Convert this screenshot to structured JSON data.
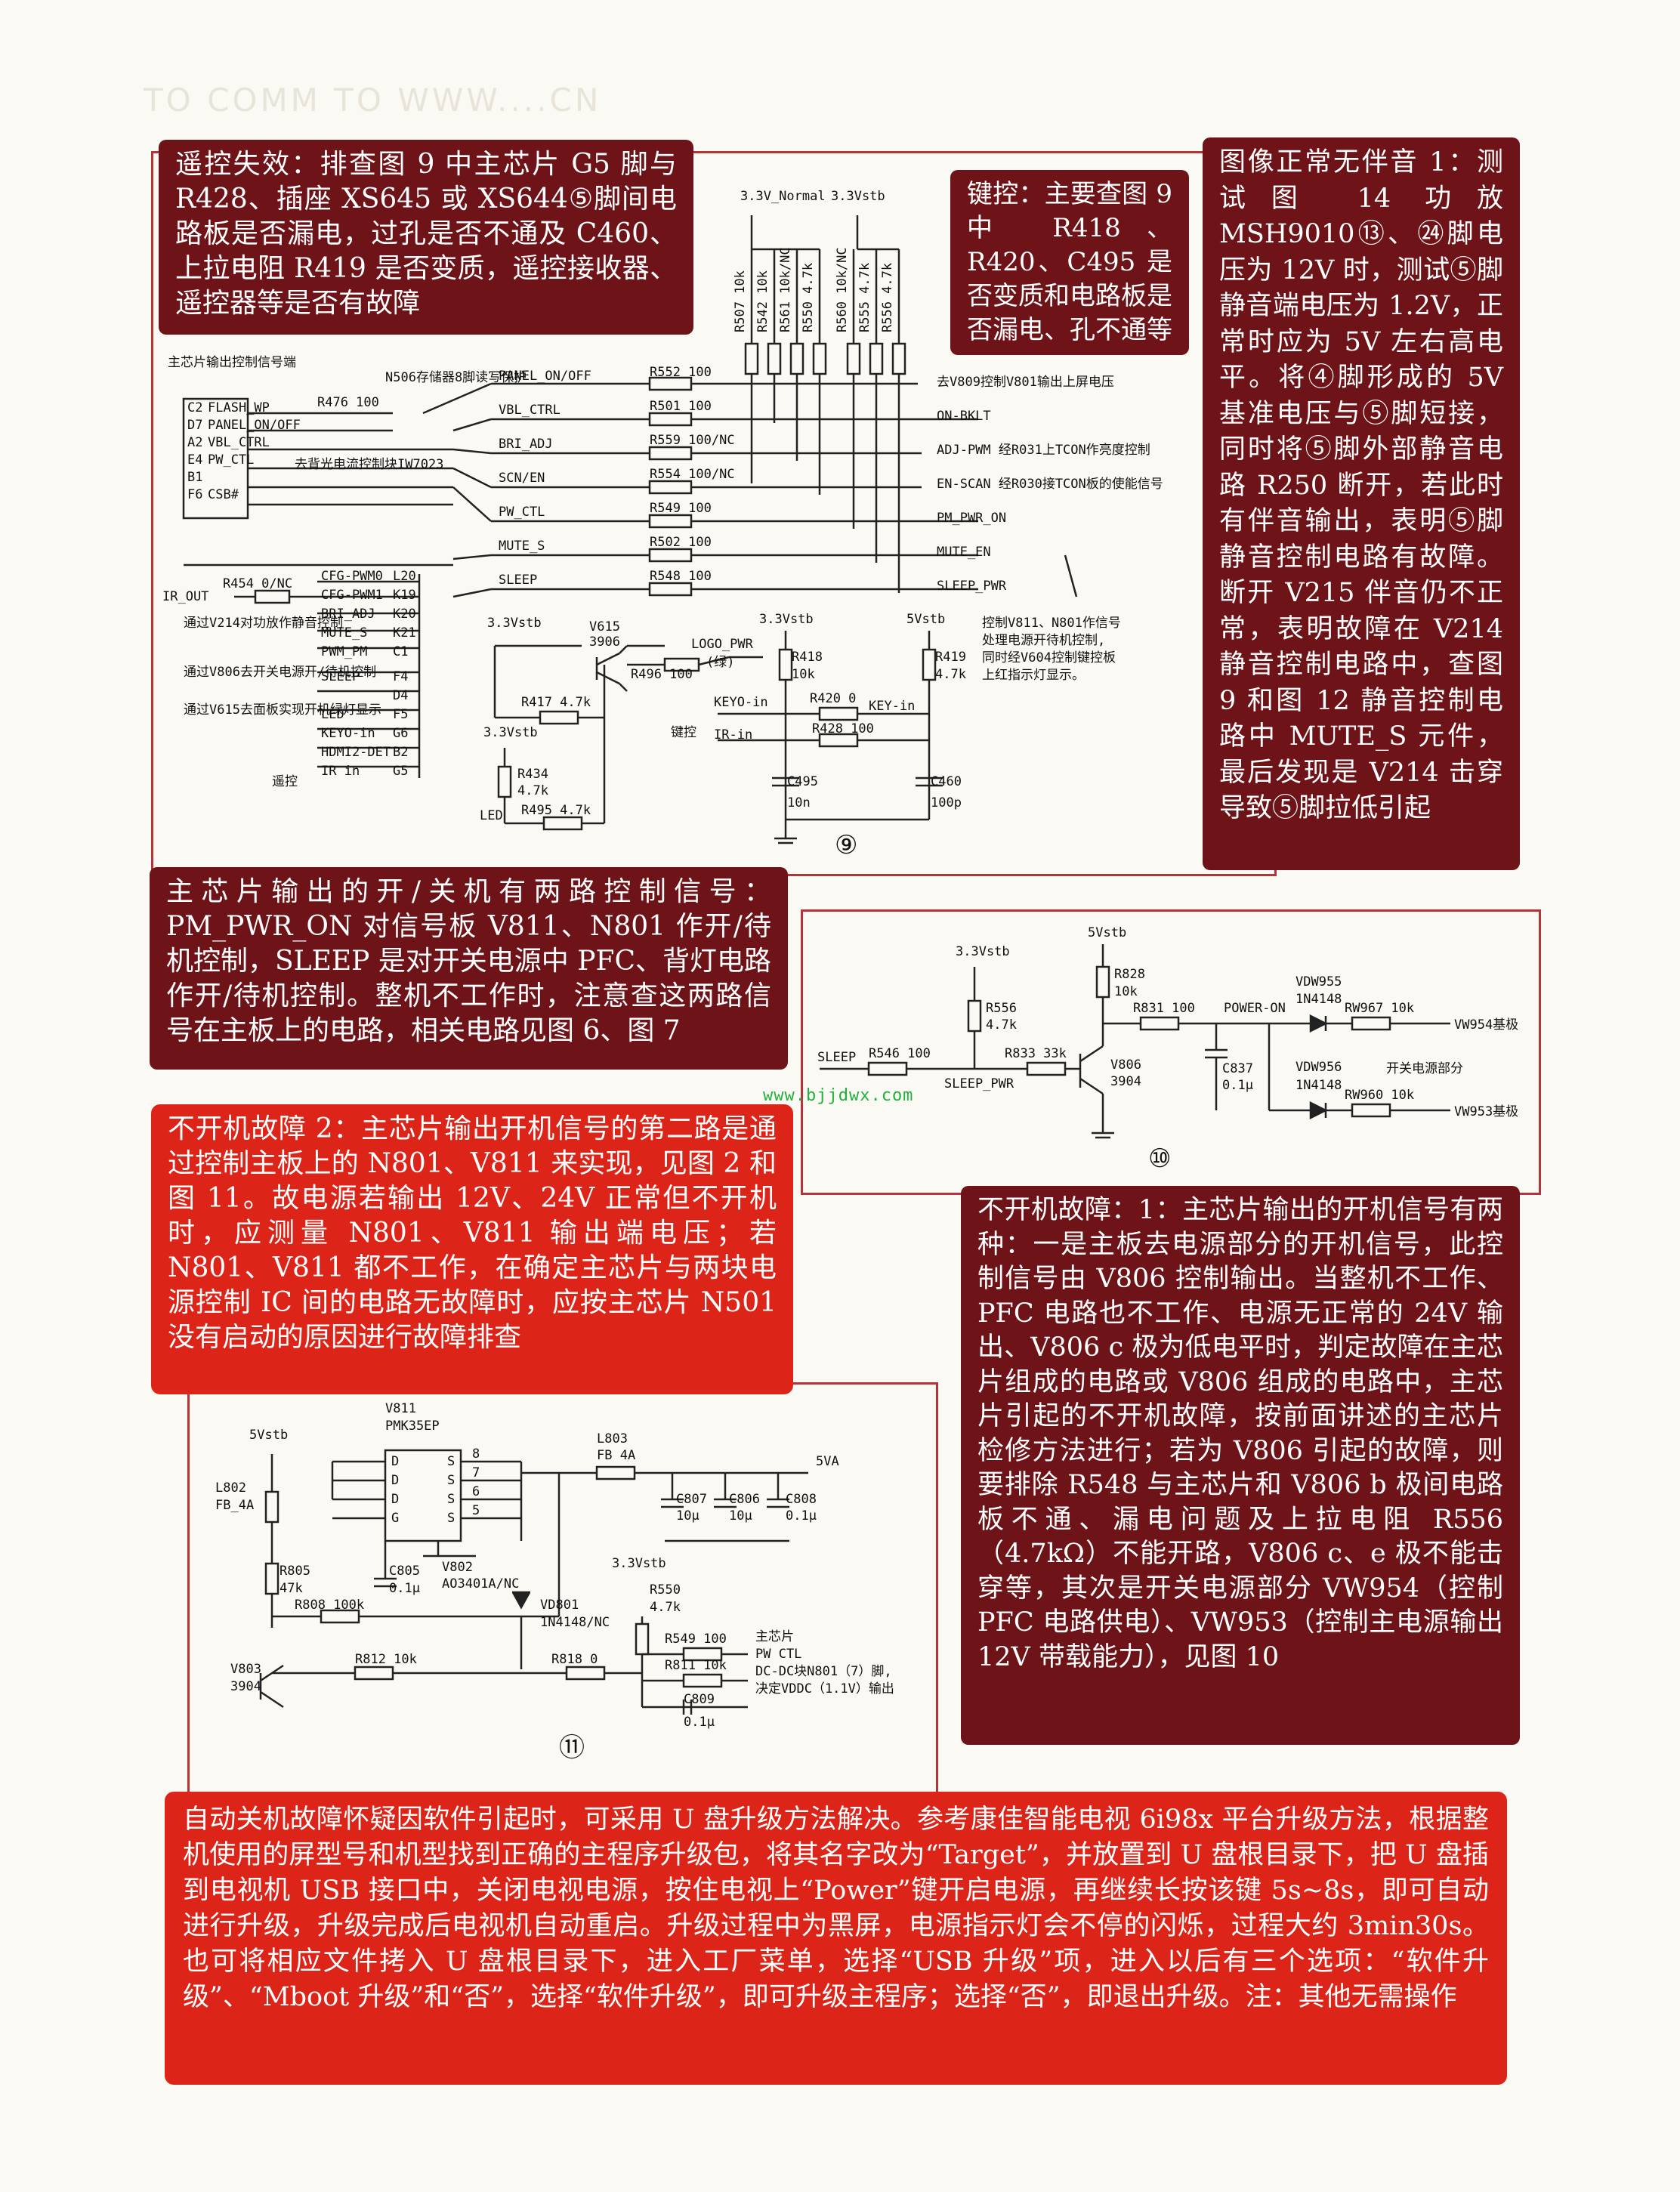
{
  "header": {
    "text": "TO COMM TO WWW....CN"
  },
  "watermark": "www.bjjdwx.com",
  "boxes": {
    "remote_fault": "遥控失效：排查图 9 中主芯片 G5 脚与 R428、插座 XS645 或 XS644⑤脚间电路板是否漏电，过孔是否不通及 C460、上拉电阻 R419 是否变质，遥控接收器、遥控器等是否有故障",
    "keypad_fault": "键控：主要查图 9 中 R418、R420、C495 是否变质和电路板是否漏电、孔不通等",
    "audio_fault": "图像正常无伴音 1：测试图 14 功放 MSH9010⑬、㉔脚电压为 12V 时，测试⑤脚静音端电压为 1.2V，正常时应为 5V 左右高电平。将④脚形成的 5V 基准电压与⑤脚短接，同时将⑤脚外部静音电路 R250 断开，若此时有伴音输出，表明⑤脚静音控制电路有故障。断开 V215 伴音仍不正常，表明故障在 V214 静音控制电路中，查图 9 和图 12 静音控制电路中 MUTE_S 元件，最后发现是 V214 击穿导致⑤脚拉低引起",
    "pwr_signals": "主芯片输出的开/关机有两路控制信号：PM_PWR_ON 对信号板 V811、N801 作开/待机控制，SLEEP 是对开关电源中 PFC、背灯电路作开/待机控制。整机不工作时，注意查这两路信号在主板上的电路，相关电路见图 6、图 7",
    "no_start_2": "不开机故障 2：主芯片输出开机信号的第二路是通过控制主板上的 N801、V811 来实现，见图 2 和图 11。故电源若输出 12V、24V 正常但不开机时，应测量 N801、V811 输出端电压；若 N801、V811 都不工作，在确定主芯片与两块电源控制 IC 间的电路无故障时，应按主芯片 N501 没有启动的原因进行故障排查",
    "no_start_1": "不开机故障：1：主芯片输出的开机信号有两种：一是主板去电源部分的开机信号，此控制信号由 V806 控制输出。当整机不工作、PFC 电路也不工作、电源无正常的 24V 输出、V806 c 极为低电平时，判定故障在主芯片组成的电路或 V806 组成的电路中，主芯片引起的不开机故障，按前面讲述的主芯片检修方法进行；若为 V806 引起的故障，则要排除 R548 与主芯片和 V806 b 极间电路板不通、漏电问题及上拉电阻 R556（4.7kΩ）不能开路，V806 c、e 极不能击穿等，其次是开关电源部分 VW954（控制 PFC 电路供电）、VW953（控制主电源输出 12V 带载能力），见图 10",
    "auto_off": "自动关机故障怀疑因软件引起时，可采用 U 盘升级方法解决。参考康佳智能电视 6i98x 平台升级方法，根据整机使用的屏型号和机型找到正确的主程序升级包，将其名字改为“Target”，并放置到 U 盘根目录下，把 U 盘插到电视机 USB 接口中，关闭电视电源，按住电视上“Power”键开启电源，再继续长按该键 5s~8s，即可自动进行升级，升级完成后电视机自动重启。升级过程中为黑屏，电源指示灯会不停的闪烁，过程大约 3min30s。也可将相应文件拷入 U 盘根目录下，进入工厂菜单，选择“USB 升级”项，进入以后有三个选项：“软件升级”、“Mboot 升级”和“否”，选择“软件升级”，即可升级主程序；选择“否”，即退出升级。注：其他无需操作"
  },
  "fig9": {
    "number": "⑨",
    "rails": [
      "3.3V_Normal",
      "3.3Vstb"
    ],
    "pullups": [
      "R507 10k",
      "R542 10k",
      "R561 10k/NC",
      "R550 4.7k",
      "R560 10k/NC",
      "R555 4.7k",
      "R556 4.7k"
    ],
    "title": "主芯片输出控制信号端",
    "mem_note": "N506存储器8脚读写保护",
    "chip_pins": [
      [
        "C2",
        "FLASH_WP"
      ],
      [
        "D7",
        "PANEL_ON/OFF"
      ],
      [
        "A2",
        "VBL_CTRL"
      ],
      [
        "E4",
        "PW_CTL"
      ],
      [
        "B1",
        ""
      ],
      [
        "F6",
        "CSB#"
      ]
    ],
    "r476": "R476 100",
    "iw7023_note": "去背光电流控制块IW7023",
    "signals": [
      [
        "PANEL_ON/OFF",
        "R552 100",
        "去V809控制V801输出上屏电压"
      ],
      [
        "VBL_CTRL",
        "R501 100",
        "ON-BKLT"
      ],
      [
        "BRI_ADJ",
        "R559 100/NC",
        "ADJ-PWM 经R031上TCON作亮度控制"
      ],
      [
        "SCN/EN",
        "R554 100/NC",
        "EN-SCAN 经R030接TCON板的使能信号"
      ],
      [
        "PW_CTL",
        "R549 100",
        "PM_PWR_ON"
      ],
      [
        "MUTE_S",
        "R502 100",
        "MUTE_EN"
      ],
      [
        "SLEEP",
        "R548 100",
        "SLEEP_PWR"
      ]
    ],
    "left_pins": [
      [
        "CFG-PWM0",
        "L20"
      ],
      [
        "CFG-PWM1",
        "K19"
      ],
      [
        "BRI_ADJ",
        "K20"
      ],
      [
        "MUTE_S",
        "K21"
      ],
      [
        "PWM_PM",
        "C1"
      ],
      [
        "SLEEP",
        "F4"
      ],
      [
        "",
        "D4"
      ],
      [
        "LED",
        "F5"
      ],
      [
        "KEYO-in",
        "G6"
      ],
      [
        "HDMI2-DET",
        "B2"
      ],
      [
        "IR in",
        "G5"
      ]
    ],
    "ir_out": "IR_OUT",
    "r454": "R454 0/NC",
    "notes_left": [
      "通过V214对功放作静音控制",
      "通过V806去开关电源开/待机控制",
      "通过V615去面板实现开机绿灯显示",
      "遥控"
    ],
    "v615": [
      "V615",
      "3906"
    ],
    "r496": "R496 100",
    "logo_pwr": [
      "LOGO_PWR",
      "(绿)"
    ],
    "r417": "R417 4.7k",
    "r434": [
      "R434",
      "4.7k"
    ],
    "r495": "R495 4.7k",
    "led_label": "LED",
    "rail_3v3stb": "3.3Vstb",
    "rail_5vstb": "5Vstb",
    "r418": [
      "R418",
      "10k"
    ],
    "r419": [
      "R419",
      "4.7k"
    ],
    "keyo_in": "KEYO-in",
    "r420": "R420 0",
    "key_in": "KEY-in",
    "keypad": "键控",
    "ir_in": "IR-in",
    "r428": "R428 100",
    "c495": [
      "C495",
      "10n"
    ],
    "c460": [
      "C460",
      "100p"
    ],
    "callout": [
      "控制V811、N801作信号",
      "处理电源开待机控制,",
      "同时经V604控制键控板",
      "上红指示灯显示。"
    ]
  },
  "fig10": {
    "number": "⑩",
    "labels": {
      "v33": "3.3Vstb",
      "v5": "5Vstb",
      "r556": [
        "R556",
        "4.7k"
      ],
      "r828": [
        "R828",
        "10k"
      ],
      "sleep": "SLEEP",
      "r546": "R546 100",
      "sleep_pwr": "SLEEP_PWR",
      "r833": "R833 33k",
      "v806": [
        "V806",
        "3904"
      ],
      "r831": "R831 100",
      "power_on": "POWER-ON",
      "c837": [
        "C837",
        "0.1μ"
      ],
      "vdw955": [
        "VDW955",
        "1N4148"
      ],
      "vdw956": [
        "VDW956",
        "1N4148"
      ],
      "rw967": "RW967 10k",
      "rw960": "RW960 10k",
      "vw954": "VW954基极",
      "vw953": "VW953基极",
      "psu": "开关电源部分"
    }
  },
  "fig11": {
    "number": "⑪",
    "labels": {
      "v5stb": "5Vstb",
      "l802": [
        "L802",
        "FB_4A"
      ],
      "v811": [
        "V811",
        "PMK35EP"
      ],
      "pins_left": [
        "D",
        "D",
        "D",
        "G"
      ],
      "pins_right": [
        "S",
        "S",
        "S",
        "S"
      ],
      "pin_nums": [
        "8",
        "7",
        "6",
        "5"
      ],
      "l803": [
        "L803",
        "FB 4A"
      ],
      "v5a": "5VA",
      "c807": [
        "C807",
        "10μ"
      ],
      "c806": [
        "C806",
        "10μ"
      ],
      "c808": [
        "C808",
        "0.1μ"
      ],
      "r805": [
        "R805",
        "47k"
      ],
      "c805": [
        "C805",
        "0.1μ"
      ],
      "v802": [
        "V802",
        "AO3401A/NC"
      ],
      "vd801": [
        "VD801",
        "1N4148/NC"
      ],
      "r808": "R808 100k",
      "v3stb": "3.3Vstb",
      "r550": [
        "R550",
        "4.7k"
      ],
      "r549": "R549 100",
      "note": [
        "主芯片",
        "PW CTL"
      ],
      "r811": "R811 10k",
      "dcdc": [
        "DC-DC块N801（7）脚,",
        "决定VDDC（1.1V）输出"
      ],
      "v803": [
        "V803",
        "3904"
      ],
      "r812": "R812 10k",
      "r818": "R818 0",
      "c809": [
        "C809",
        "0.1μ"
      ]
    }
  },
  "colors": {
    "dark_box": "#6e1419",
    "red_box": "#dc2418",
    "frame": "#b5333b",
    "watermark": "#1db33a"
  }
}
